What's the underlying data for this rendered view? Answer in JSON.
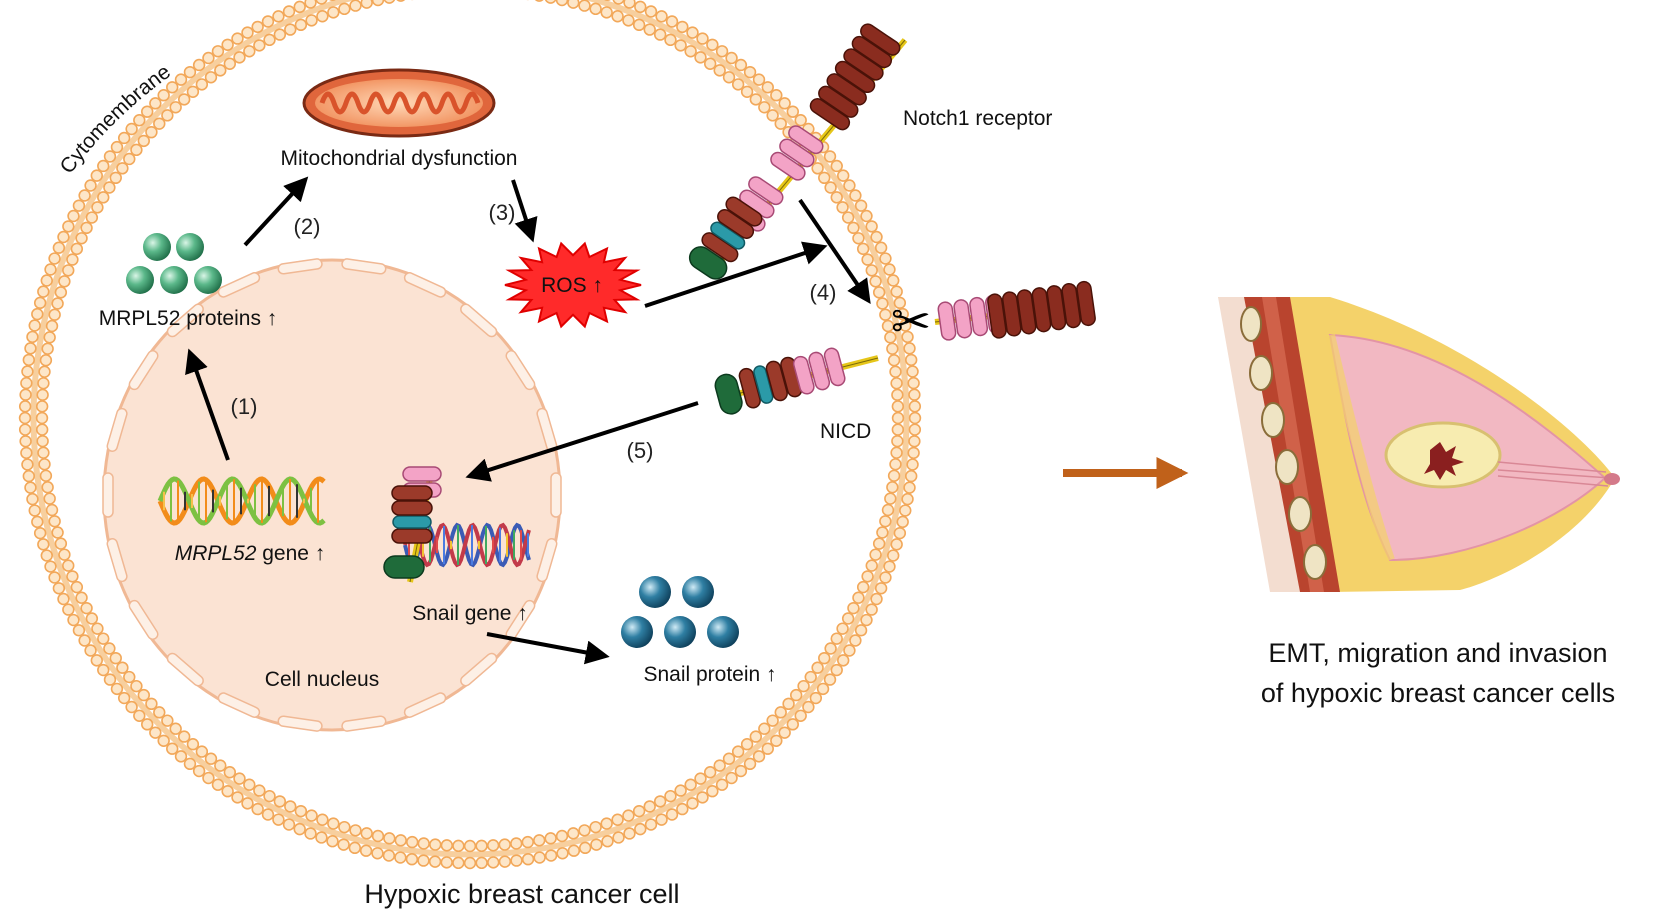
{
  "cell": {
    "membrane_label": "Cytomembrane",
    "title": "Hypoxic breast cancer cell",
    "nucleus_label": "Cell nucleus"
  },
  "labels": {
    "mito": "Mitochondrial dysfunction",
    "mrpl52_proteins": "MRPL52 proteins ↑",
    "mrpl52_gene_italic": "MRPL52",
    "mrpl52_gene_rest": " gene ↑",
    "ros": "ROS ↑",
    "notch1": "Notch1 receptor",
    "nicd": "NICD",
    "snail_gene": "Snail gene ↑",
    "snail_protein": "Snail protein ↑"
  },
  "steps": [
    "(1)",
    "(2)",
    "(3)",
    "(4)",
    "(5)"
  ],
  "outcome": {
    "line1": "EMT, migration and invasion",
    "line2": "of hypoxic breast cancer cells"
  },
  "colors": {
    "membrane": "#f2a85a",
    "nucleus_fill": "#fbe3d3",
    "nucleus_edge": "#f0b894",
    "mrpl52_sphere": "#5bb88a",
    "snail_sphere": "#2f7fa3",
    "ros_burst": "#ff2a2a",
    "notch_brown": "#8a2c1f",
    "notch_pink": "#f3a3c6",
    "outcome_arrow": "#c0611a"
  },
  "icons": [
    "mitochondrion-icon",
    "scissors-icon",
    "dna-helix-icon",
    "breast-tissue-icon"
  ]
}
